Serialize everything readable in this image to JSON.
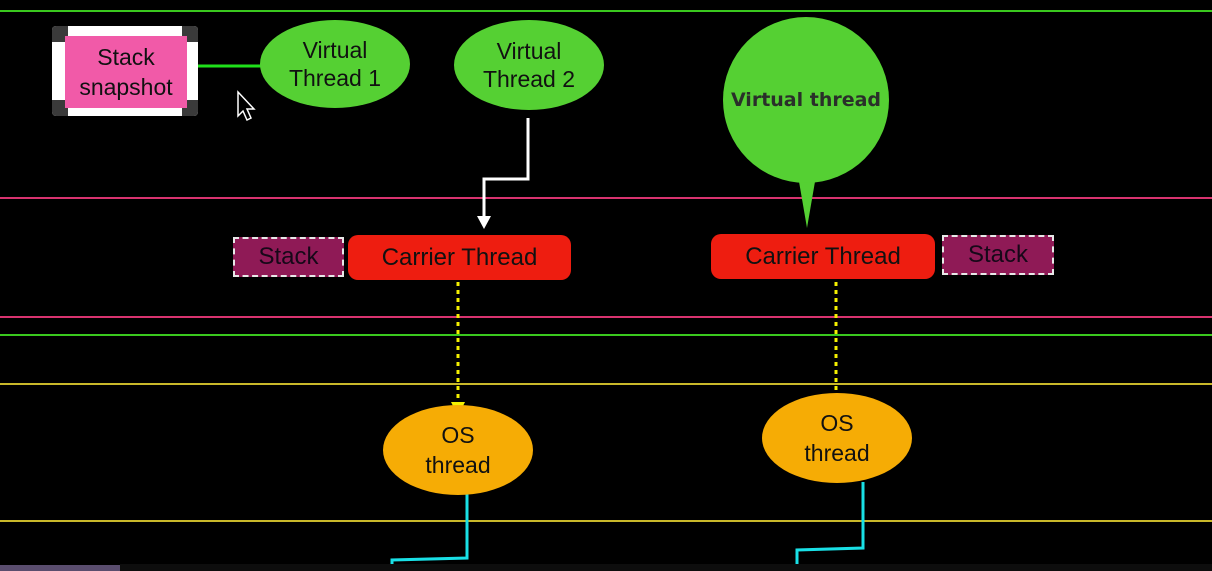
{
  "colors": {
    "background": "#000000",
    "virtual_thread": "#55d033",
    "carrier_thread": "#ee1d10",
    "stack": "#8f1a56",
    "stack_snapshot": "#f15aa8",
    "os_thread": "#f6ac05",
    "line_green": "#3ac81e",
    "line_pink": "#d8336f",
    "line_yellow": "#c9b82a",
    "connector_cyan": "#19e0e6",
    "connector_yellow": "#f4f000",
    "connector_white": "#ffffff"
  },
  "left_group": {
    "stack_snapshot": {
      "line1": "Stack",
      "line2": "snapshot"
    },
    "virtual_thread_1": {
      "line1": "Virtual",
      "line2": "Thread 1"
    },
    "virtual_thread_2": {
      "line1": "Virtual",
      "line2": "Thread 2"
    },
    "stack": "Stack",
    "carrier_thread": "Carrier Thread",
    "os_thread": {
      "line1": "OS",
      "line2": "thread"
    }
  },
  "right_group": {
    "virtual_thread": "Virtual thread",
    "carrier_thread": "Carrier Thread",
    "stack": "Stack",
    "os_thread": {
      "line1": "OS",
      "line2": "thread"
    }
  }
}
